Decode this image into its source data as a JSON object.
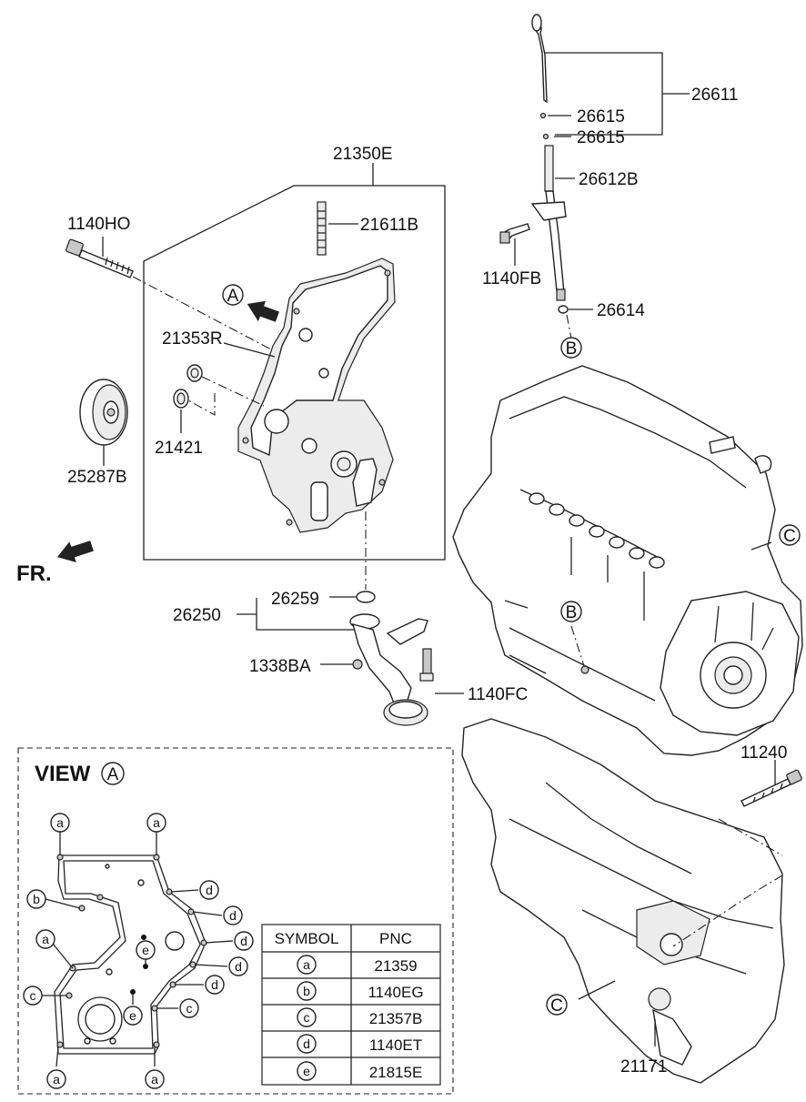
{
  "callouts": {
    "c26611": "26611",
    "c26615a": "26615",
    "c26615b": "26615",
    "c26612B": "26612B",
    "c1140FB": "1140FB",
    "c26614": "26614",
    "c21350E": "21350E",
    "c21611B": "21611B",
    "c1140HO": "1140HO",
    "c21353R": "21353R",
    "c21421": "21421",
    "c25287B": "25287B",
    "c26250": "26250",
    "c26259": "26259",
    "c1338BA": "1338BA",
    "c1140FC": "1140FC",
    "c11240": "11240",
    "c21171": "21171"
  },
  "markers": {
    "A": "A",
    "B": "B",
    "C": "C"
  },
  "front_label": "FR.",
  "view": {
    "title": "VIEW",
    "marker": "A",
    "symbols": {
      "a": "a",
      "b": "b",
      "c": "c",
      "d": "d",
      "e": "e"
    }
  },
  "table": {
    "headers": [
      "SYMBOL",
      "PNC"
    ],
    "rows": [
      {
        "symbol": "a",
        "pnc": "21359"
      },
      {
        "symbol": "b",
        "pnc": "1140EG"
      },
      {
        "symbol": "c",
        "pnc": "21357B"
      },
      {
        "symbol": "d",
        "pnc": "1140ET"
      },
      {
        "symbol": "e",
        "pnc": "21815E"
      }
    ]
  }
}
